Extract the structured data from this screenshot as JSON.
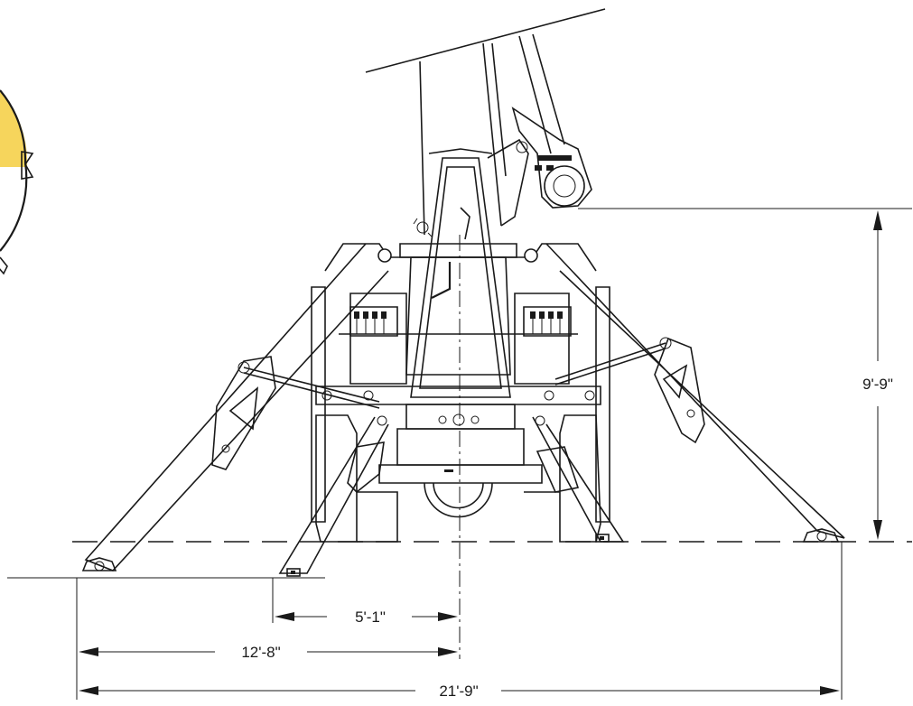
{
  "dimensions": {
    "total_outrigger_span": "21'-9\"",
    "front_to_centerline": "12'-8\"",
    "rear_to_centerline": "5'-1\"",
    "height": "9'-9\""
  },
  "colors": {
    "line": "#1a1a1a",
    "background": "#ffffff",
    "highlight": "#f6d55c"
  }
}
